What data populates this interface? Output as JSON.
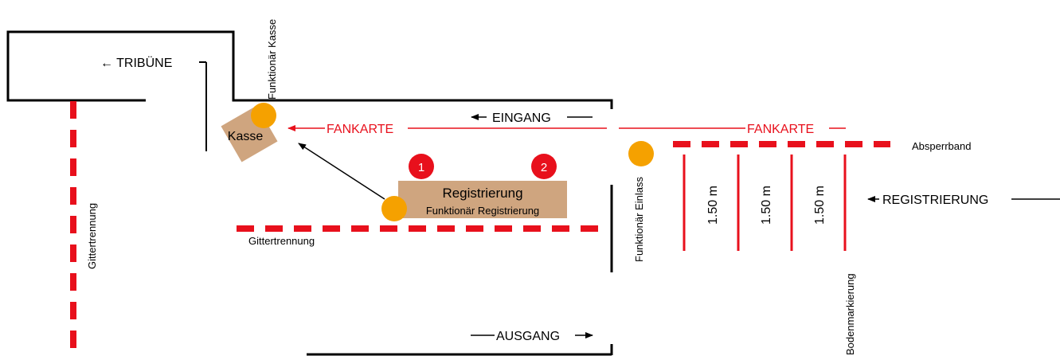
{
  "labels": {
    "tribune": "← TRIBÜNE",
    "kasse": "Kasse",
    "funktionaer_kasse": "Funktionär Kasse",
    "fankarte_left": "FANKARTE",
    "eingang": "EINGANG",
    "fankarte_right": "FANKARTE",
    "absperrband": "Absperrband",
    "funktionaer_einlass": "Funktionär Einlass",
    "registrierung_desk": "Registrierung",
    "funktionaer_registrierung": "Funktionär Registrierung",
    "badge_1": "1",
    "badge_2": "2",
    "gittertrennung_vertical": "Gittertrennung",
    "gittertrennung_horizontal": "Gittertrennung",
    "lane_1": "1.50 m",
    "lane_2": "1.50 m",
    "lane_3": "1.50 m",
    "registrierung_entry": "REGISTRIERUNG",
    "bodenmarkierung": "Bodenmarkierung",
    "ausgang": "AUSGANG"
  },
  "colors": {
    "wall": "#000000",
    "barrier_red": "#e8101c",
    "person_orange": "#f5a100",
    "desk_tan": "#cfa57f",
    "badge_red": "#e8101c"
  }
}
